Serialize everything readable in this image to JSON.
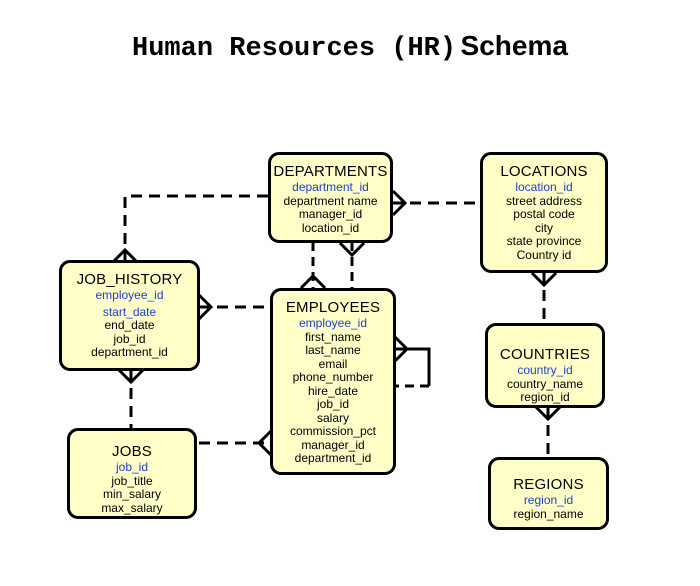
{
  "title": {
    "part1": "Human Resources (HR)",
    "part2": "Schema"
  },
  "colors": {
    "entity_fill": "#ffffc8",
    "primary_key": "#1f3fd0",
    "border": "#000000"
  },
  "entities": {
    "departments": {
      "name": "DEPARTMENTS",
      "attrs": [
        "department_id",
        "department name",
        "manager_id",
        "location_id"
      ]
    },
    "locations": {
      "name": "LOCATIONS",
      "attrs": [
        "location_id",
        "street address",
        "postal code",
        "city",
        "state province",
        "Country id"
      ]
    },
    "job_history": {
      "name": "JOB_HISTORY",
      "attrs": [
        "employee_id",
        "start_date",
        "end_date",
        "job_id",
        "department_id"
      ]
    },
    "employees": {
      "name": "EMPLOYEES",
      "attrs": [
        "employee_id",
        "first_name",
        "last_name",
        "email",
        "phone_number",
        "hire_date",
        "job_id",
        "salary",
        "commission_pct",
        "manager_id",
        "department_id"
      ]
    },
    "countries": {
      "name": "COUNTRIES",
      "attrs": [
        "country_id",
        "country_name",
        "region_id"
      ]
    },
    "jobs": {
      "name": "JOBS",
      "attrs": [
        "job_id",
        "job_title",
        "min_salary",
        "max_salary"
      ]
    },
    "regions": {
      "name": "REGIONS",
      "attrs": [
        "region_id",
        "region_name"
      ]
    }
  }
}
